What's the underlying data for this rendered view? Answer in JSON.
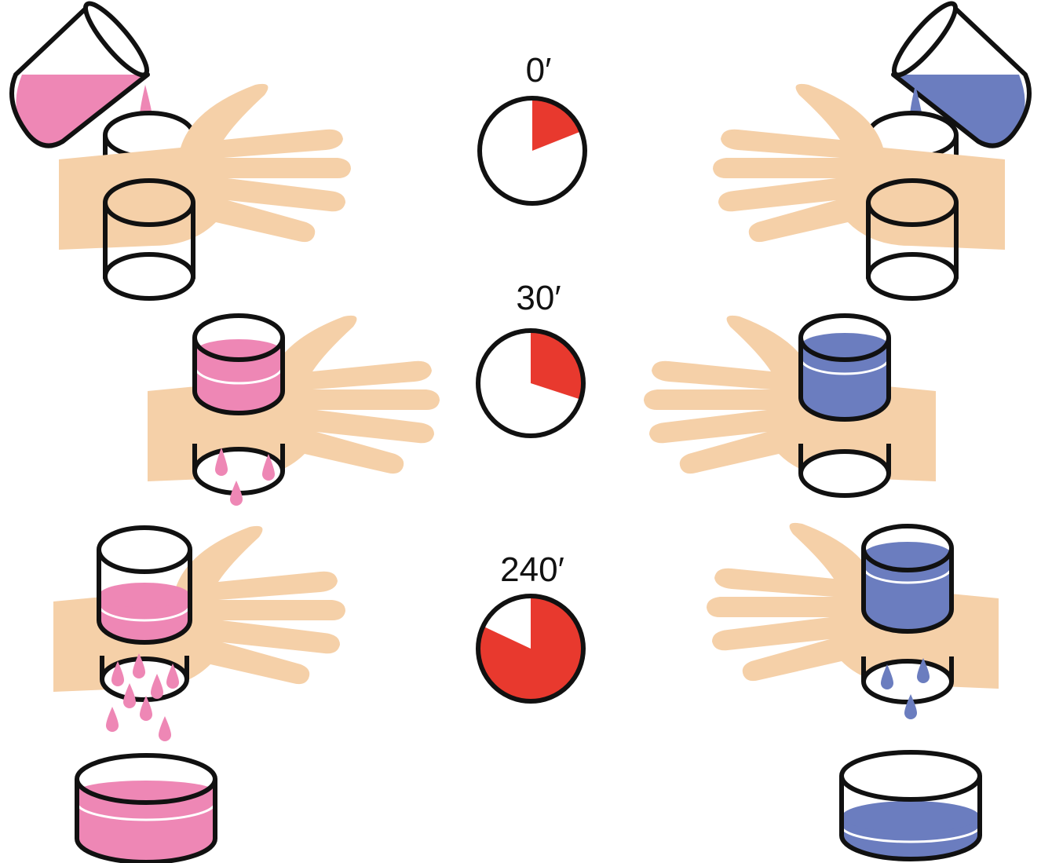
{
  "timers": [
    {
      "label": "0′",
      "elapsed_fraction": 0.19
    },
    {
      "label": "30′",
      "elapsed_fraction": 0.3
    },
    {
      "label": "240′",
      "elapsed_fraction": 0.82
    }
  ],
  "colors": {
    "skin": "#f5d0a8",
    "pink_fluid": "#ee87b5",
    "blue_fluid": "#6b7dbf",
    "timer_fill": "#e8392e",
    "outline": "#111111"
  },
  "icons": {
    "pour": "beaker-pouring-icon",
    "hand": "hand-icon",
    "cup": "cylinder-chamber-icon",
    "timer": "timer-icon",
    "drop": "droplet-icon",
    "dish": "collection-dish-icon"
  }
}
